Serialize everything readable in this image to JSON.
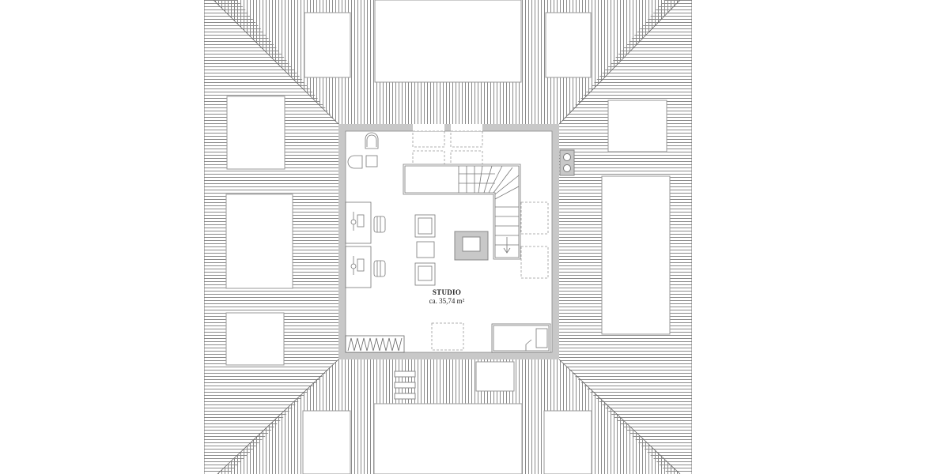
{
  "plan": {
    "type": "floor-plan",
    "room": {
      "name": "STUDIO",
      "area": "ca. 35,74 m²"
    },
    "colors": {
      "wall": "#c8c8c8",
      "line": "#777777",
      "hatch": "#8a8a8a",
      "background": "#ffffff"
    }
  }
}
